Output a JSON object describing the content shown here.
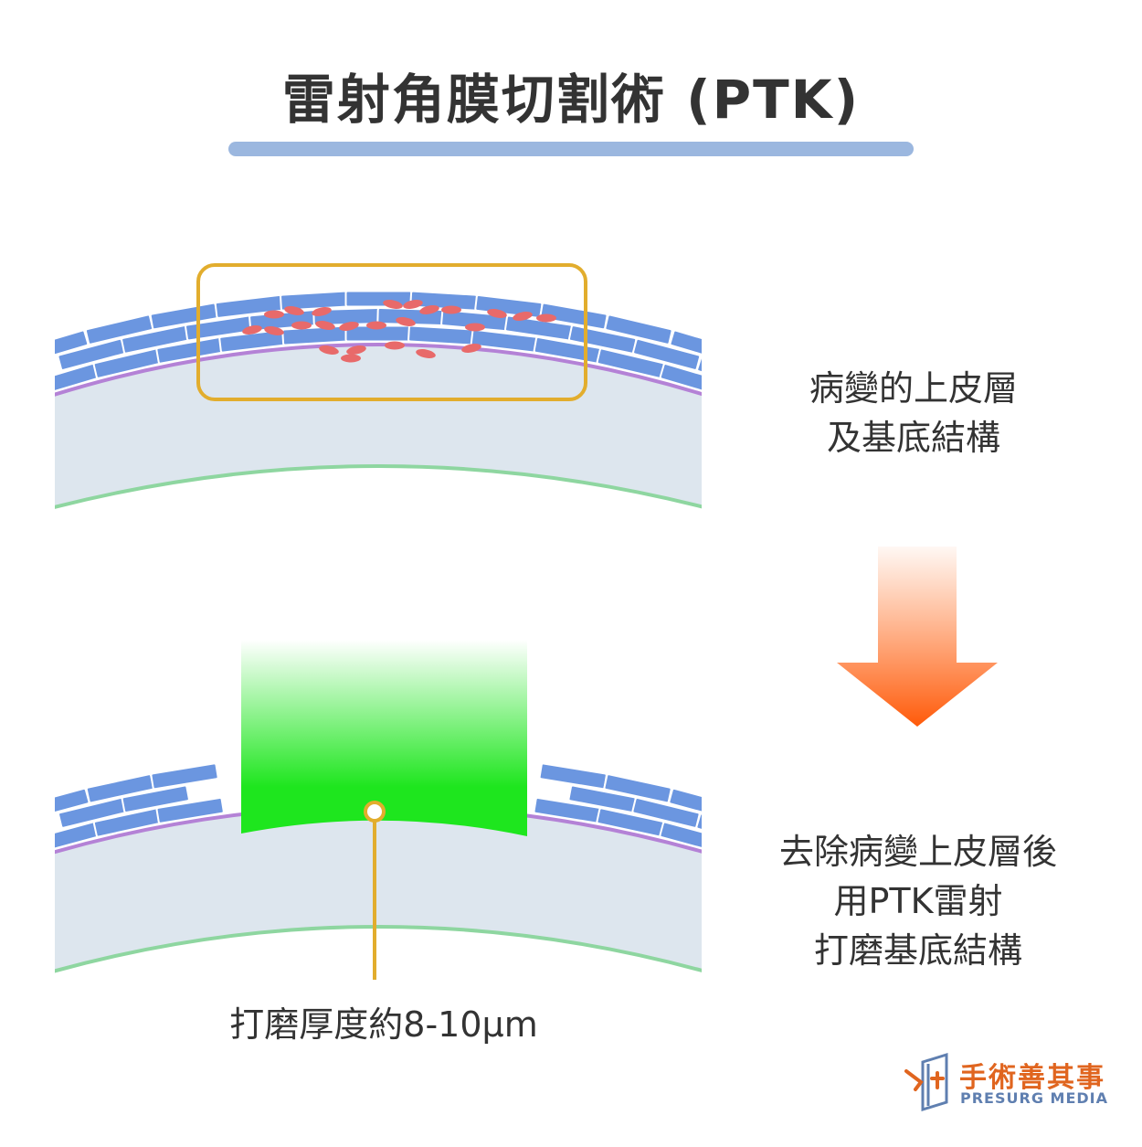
{
  "title": "雷射角膜切割術 (PTK)",
  "captions": {
    "top": [
      "病變的上皮層",
      "及基底結構"
    ],
    "bottom": [
      "去除病變上皮層後",
      "用PTK雷射",
      "打磨基底結構"
    ],
    "thickness": "打磨厚度約8-10μm"
  },
  "logo": {
    "name_cn": "手術善其事",
    "name_en": "PRESURG MEDIA"
  },
  "colors": {
    "title_bar": "#9bb7df",
    "epithelium": "#6b96e0",
    "basement_membrane": "#b482d6",
    "stroma": "#dde6ee",
    "endothelium": "#8ed6a0",
    "lesion": "#e86a6a",
    "highlight_box": "#e2ad2d",
    "laser": "#1ee61e",
    "arrow": "#ff6a1a",
    "logo_orange": "#e0651f",
    "logo_blue": "#5f7fb0"
  }
}
